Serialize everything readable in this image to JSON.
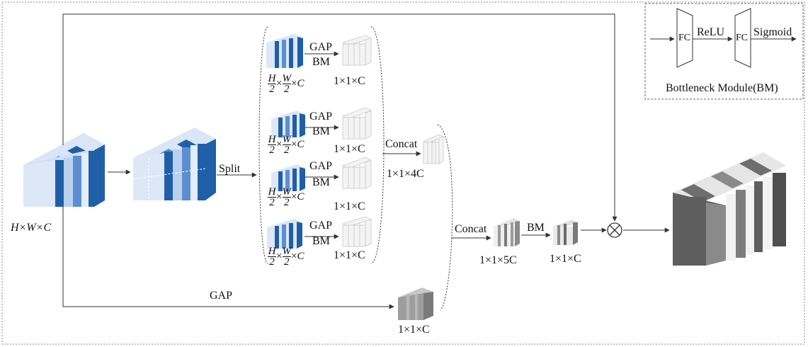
{
  "labels": {
    "input_dim": "H×W×C",
    "split": "Split",
    "gap": "GAP",
    "bm": "BM",
    "out_1x1xC": "1×1×C",
    "concat1": "Concat",
    "dim_4c": "1×1×4C",
    "concat2": "Concat",
    "dim_5c": "1×1×5C",
    "bm_main": "BM",
    "dim_c_after_bm": "1×1×C",
    "gap_bottom": "GAP",
    "dim_c_bottom": "1×1×C",
    "sub_formula": {
      "h": "H",
      "w": "W",
      "two": "2",
      "times": "×",
      "c": "C"
    }
  },
  "bm_inset": {
    "fc1": "FC",
    "relu": "ReLU",
    "fc2": "FC",
    "sigmoid": "Sigmoid",
    "caption": "Bottleneck Module(BM)"
  },
  "multiply_symbol": "⊗",
  "colors": {
    "blue_dark": "#1f5fa8",
    "blue_mid": "#5d8ed1",
    "blue_light": "#b9d1ee",
    "gray_dark": "#5a5a5a",
    "gray_mid": "#9a9a9a",
    "gray_light": "#d6d6d6",
    "line": "#333333"
  }
}
